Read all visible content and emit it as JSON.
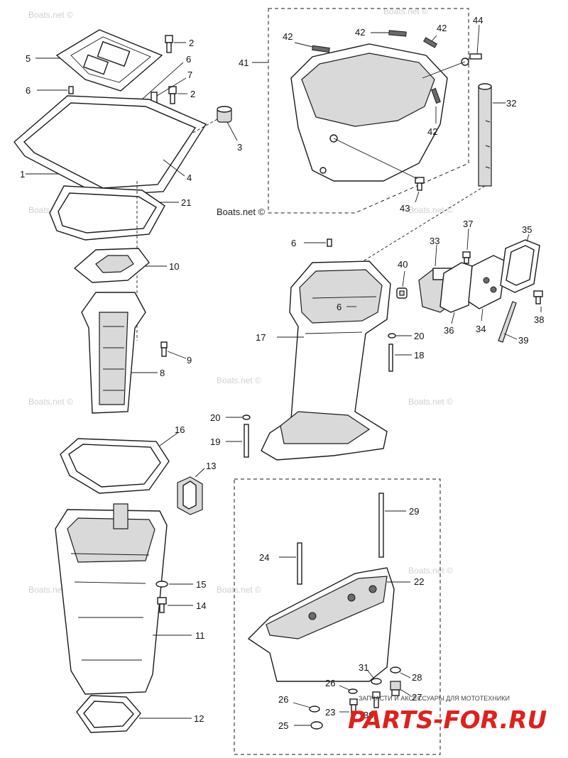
{
  "watermark": {
    "site": "Boats.net ©",
    "main": "Boats.net ©"
  },
  "logo": {
    "tagline": "ЗАПЧАСТИ И АКСЕССУАРЫ ДЛЯ МОТОТЕХНИКИ",
    "text": "PARTS-FOR.RU"
  },
  "labels": {
    "n1": "1",
    "n2a": "2",
    "n2b": "2",
    "n3": "3",
    "n4": "4",
    "n5": "5",
    "n6a": "6",
    "n6b": "6",
    "n6c": "6",
    "n6d": "6",
    "n7": "7",
    "n8": "8",
    "n9": "9",
    "n10": "10",
    "n11": "11",
    "n12": "12",
    "n13": "13",
    "n14": "14",
    "n15": "15",
    "n16": "16",
    "n17": "17",
    "n18": "18",
    "n19": "19",
    "n20a": "20",
    "n20b": "20",
    "n21": "21",
    "n22": "22",
    "n23": "23",
    "n24": "24",
    "n25": "25",
    "n26a": "26",
    "n26b": "26",
    "n27": "27",
    "n28": "28",
    "n29": "29",
    "n30": "30",
    "n31": "31",
    "n32": "32",
    "n33": "33",
    "n34": "34",
    "n35": "35",
    "n36": "36",
    "n37": "37",
    "n38": "38",
    "n39": "39",
    "n40": "40",
    "n41": "41",
    "n42a": "42",
    "n42b": "42",
    "n42c": "42",
    "n42d": "42",
    "n43": "43",
    "n44": "44"
  }
}
